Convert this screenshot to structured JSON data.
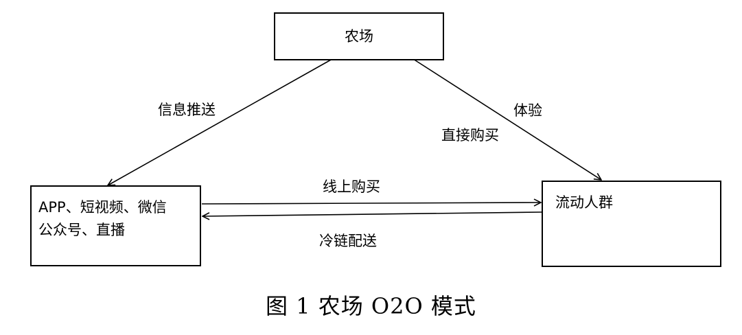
{
  "nodes": {
    "farm": "农场",
    "channels_line1": "APP、短视频、微信",
    "channels_line2": "公众号、直播",
    "crowd": "流动人群"
  },
  "edges": {
    "info_push": "信息推送",
    "experience": "体验",
    "direct_purchase": "直接购买",
    "online_purchase": "线上购买",
    "cold_chain": "冷链配送"
  },
  "caption": "图 1 农场 O2O 模式"
}
